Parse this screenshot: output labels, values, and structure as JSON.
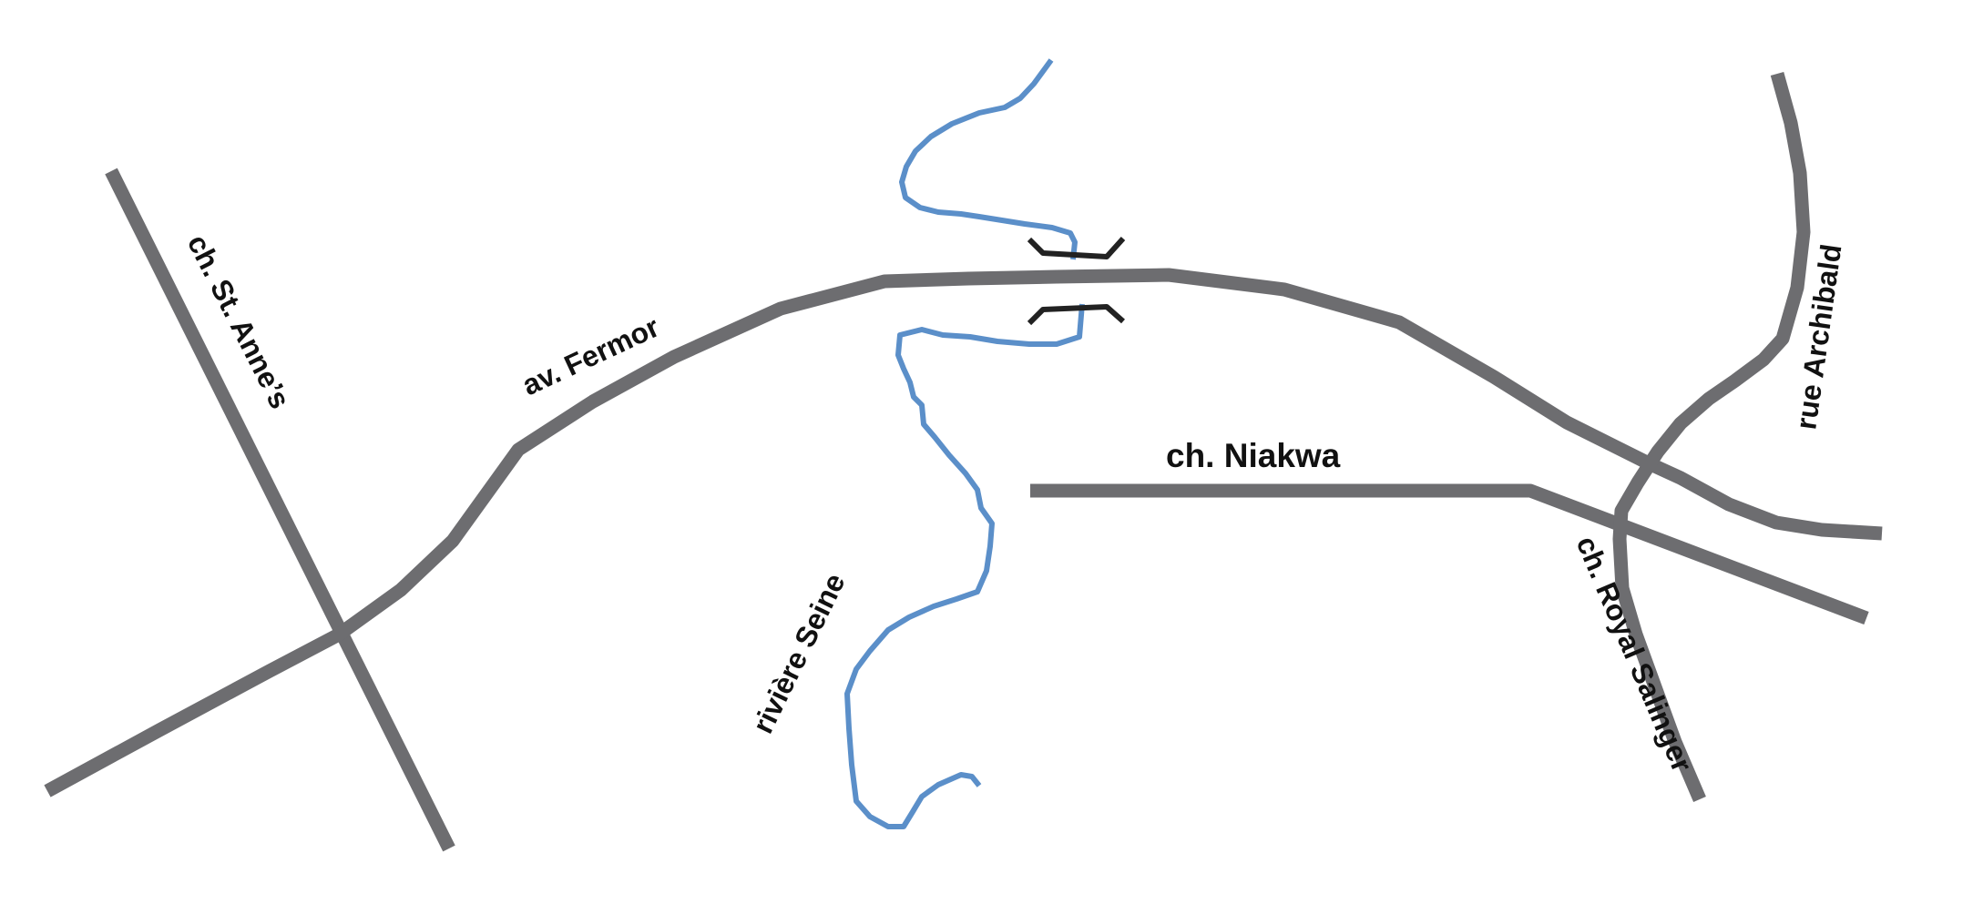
{
  "map": {
    "colors": {
      "road": "#6d6d70",
      "river": "#5b8fc9",
      "bridge": "#222222",
      "background": "#ffffff"
    },
    "roads": {
      "st_annes": "ch. St. Anne’s",
      "fermor": "av. Fermor",
      "niakwa": "ch. Niakwa",
      "royal_salinger": "ch. Royal Salinger",
      "archibald": "rue Archibald"
    },
    "water": {
      "seine": "rivière Seine"
    }
  }
}
